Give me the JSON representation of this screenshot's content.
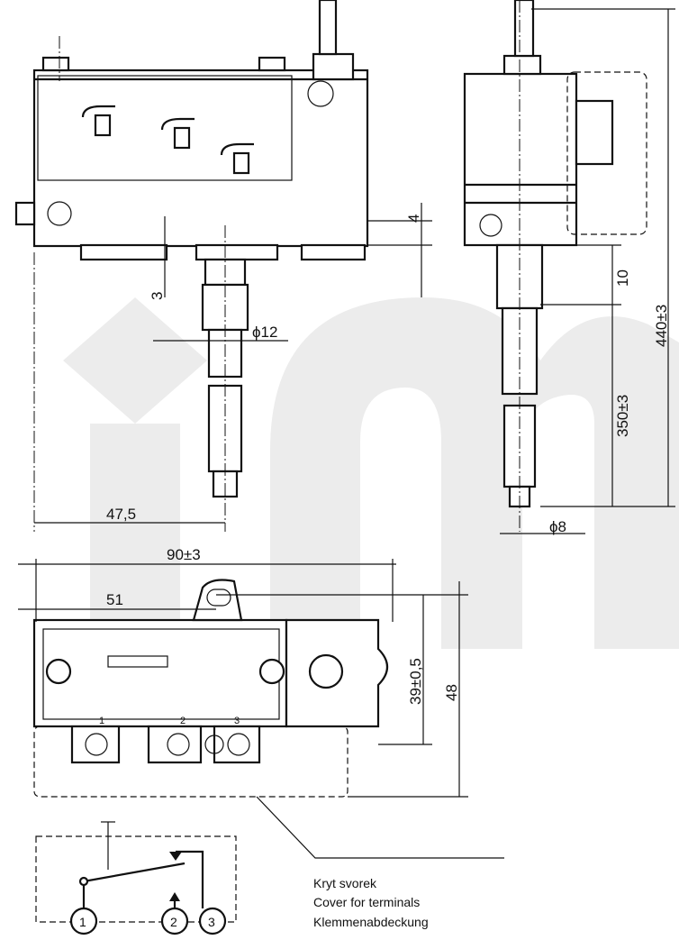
{
  "dimensions": {
    "front_offset_top": "4",
    "front_offset_bottom": "3",
    "shaft_diameter": "ϕ12",
    "side_offset": "10",
    "total_length": "440±3",
    "capillary_length": "350±3",
    "capillary_diameter": "ϕ8",
    "shaft_position": "47,5",
    "body_width": "90±3",
    "mount_position": "51",
    "mount_height": "39±0,5",
    "body_height": "48"
  },
  "terminals": {
    "top_labels": [
      "1",
      "2",
      "3"
    ],
    "schematic_labels": [
      "1",
      "2",
      "3"
    ]
  },
  "callout": {
    "czech": "Kryt svorek",
    "english": "Cover for terminals",
    "german": "Klemmenabdeckung"
  }
}
